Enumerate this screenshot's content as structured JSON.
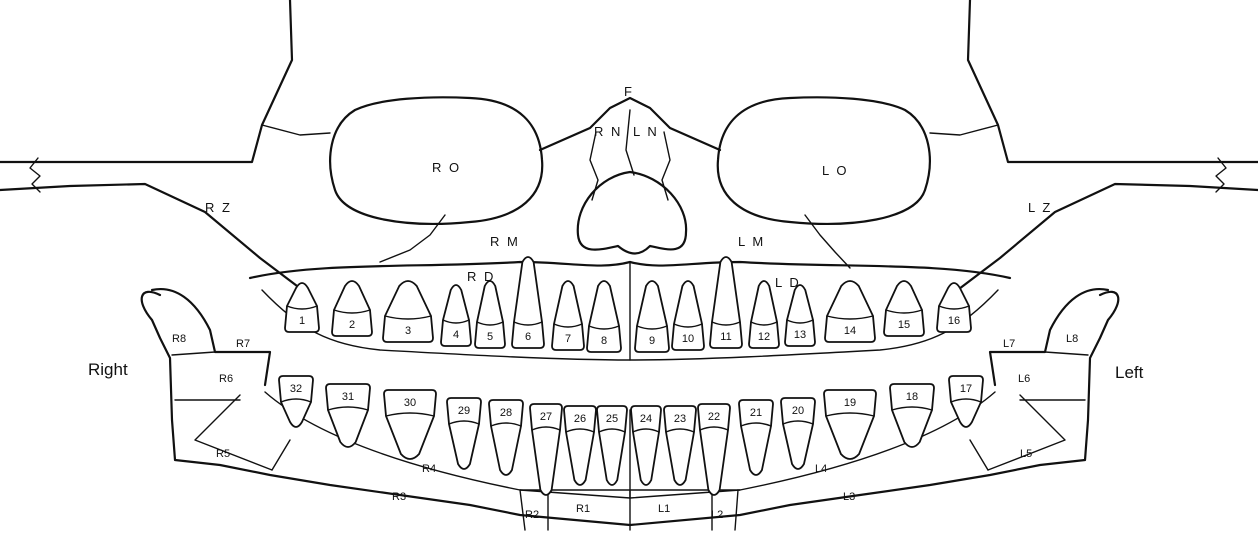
{
  "skull": {
    "top_label": "F",
    "nasal_labels": [
      "R N",
      "L N"
    ],
    "orbits": [
      "R O",
      "L O"
    ],
    "zygomatic": [
      "R Z",
      "L Z"
    ],
    "maxilla": [
      "R M",
      "L M"
    ],
    "dental": [
      "R D",
      "L D"
    ]
  },
  "sides": {
    "right": "Right",
    "left": "Left"
  },
  "upper_teeth": [
    "1",
    "2",
    "3",
    "4",
    "5",
    "6",
    "7",
    "8",
    "9",
    "10",
    "11",
    "12",
    "13",
    "14",
    "15",
    "16"
  ],
  "lower_teeth": [
    "32",
    "31",
    "30",
    "29",
    "28",
    "27",
    "26",
    "25",
    "24",
    "23",
    "22",
    "21",
    "20",
    "19",
    "18",
    "17"
  ],
  "mandible_regions": {
    "right": [
      "R1",
      "R2",
      "R3",
      "R4",
      "R5",
      "R6",
      "R7",
      "R8"
    ],
    "left": [
      "L1",
      "L2",
      "L3",
      "L4",
      "L5",
      "L6",
      "L7",
      "L8"
    ]
  }
}
